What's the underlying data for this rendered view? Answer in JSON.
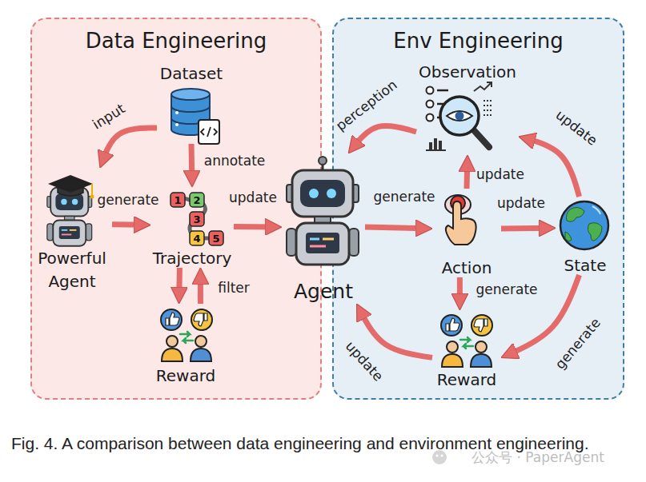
{
  "diagram": {
    "caption": "Fig. 4. A comparison between data engineering and environment engineering.",
    "nodes": [
      {
        "text": [
          "Data Engineering"
        ]
      },
      {
        "text": [
          "Dataset"
        ],
        "in": 0
      },
      {
        "text": [
          "Powerful Agent"
        ],
        "in": 0
      },
      {
        "text": [
          "Trajectory"
        ],
        "in": 0
      },
      {
        "text": [
          "Reward"
        ],
        "in": 0
      },
      {
        "text": [
          "Agent"
        ]
      },
      {
        "text": [
          "Env Engineering"
        ]
      },
      {
        "text": [
          "Observation"
        ],
        "in": 6
      },
      {
        "text": [
          "Action"
        ],
        "in": 6
      },
      {
        "text": [
          "State"
        ],
        "in": 6
      },
      {
        "text": [
          "Reward"
        ],
        "in": 6
      }
    ],
    "edges": [
      {
        "from": 1,
        "to": 2,
        "label": "input",
        "arrow": "to"
      },
      {
        "from": 1,
        "to": 3,
        "label": "annotate",
        "arrow": "to"
      },
      {
        "from": 2,
        "to": 3,
        "label": "generate",
        "arrow": "to"
      },
      {
        "from": 3,
        "to": 4,
        "arrow": "to"
      },
      {
        "from": 4,
        "to": 3,
        "label": "filter",
        "arrow": "to"
      },
      {
        "from": 3,
        "to": 5,
        "label": "update",
        "arrow": "to"
      },
      {
        "from": 5,
        "to": 8,
        "label": "generate",
        "arrow": "to"
      },
      {
        "from": 8,
        "to": 7,
        "label": "update",
        "arrow": "to"
      },
      {
        "from": 7,
        "to": 5,
        "label": "perception",
        "arrow": "to"
      },
      {
        "from": 8,
        "to": 9,
        "label": "update",
        "arrow": "to"
      },
      {
        "from": 9,
        "to": 7,
        "label": "update",
        "arrow": "to"
      },
      {
        "from": 8,
        "to": 10,
        "label": "generate",
        "arrow": "to"
      },
      {
        "from": 9,
        "to": 10,
        "label": "generate",
        "arrow": "to"
      },
      {
        "from": 10,
        "to": 5,
        "label": "update",
        "arrow": "to"
      }
    ],
    "labels": [
      "1",
      "2",
      "3",
      "4",
      "5",
      "公众号 · PaperAgent"
    ]
  }
}
